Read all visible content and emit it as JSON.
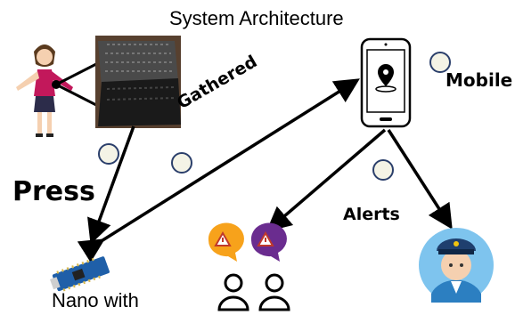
{
  "diagram": {
    "title": "System Architecture",
    "labels": {
      "gathered": "Gathered",
      "mobile": "Mobile",
      "press": "Press",
      "alerts": "Alerts",
      "nano": "Nano with"
    },
    "icons": {
      "woman": "woman-figure-icon",
      "fabric": "smart-fabric-sensor-icon",
      "phone": "smartphone-location-icon",
      "board": "arduino-nano-board-icon",
      "contacts": "contacts-alert-icon",
      "police": "police-officer-icon"
    },
    "colors": {
      "arrow": "#000000",
      "step_circle_fill": "#f4f3e6",
      "step_circle_stroke": "#2b3f6b",
      "alert_orange": "#f7a21b",
      "alert_purple": "#6a2c8f",
      "police_blue": "#2c7fc1"
    }
  }
}
